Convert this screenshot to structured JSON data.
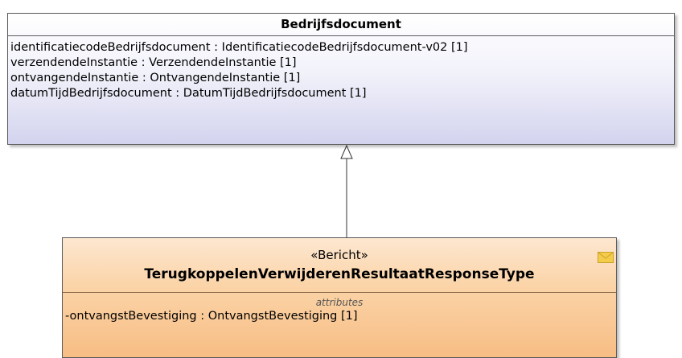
{
  "parent_class": {
    "name": "Bedrijfsdocument",
    "attributes": [
      {
        "name": "identificatiecodeBedrijfsdocument",
        "sep": " : ",
        "type": "IdentificatiecodeBedrijfsdocument-v02 [1]"
      },
      {
        "name": "verzendendeInstantie",
        "sep": " : ",
        "type": "VerzendendeInstantie [1]"
      },
      {
        "name": "ontvangendeInstantie",
        "sep": " : ",
        "type": "OntvangendeInstantie [1]"
      },
      {
        "name": "datumTijdBedrijfsdocument",
        "sep": " : ",
        "type": "DatumTijdBedrijfsdocument [1]"
      }
    ]
  },
  "child_class": {
    "stereotype": "«Bericht»",
    "name": "TerugkoppelenVerwijderenResultaatResponseType",
    "compartment_label": "attributes",
    "attributes": [
      {
        "name": "-ontvangstBevestiging",
        "sep": " : ",
        "type": "OntvangstBevestiging [1]"
      }
    ],
    "icon": "envelope-icon"
  },
  "relationship": {
    "type": "generalization"
  },
  "colors": {
    "parent_fill": "#d3d3ee",
    "child_fill": "#f7bd84",
    "envelope": "#f5cc4a"
  }
}
